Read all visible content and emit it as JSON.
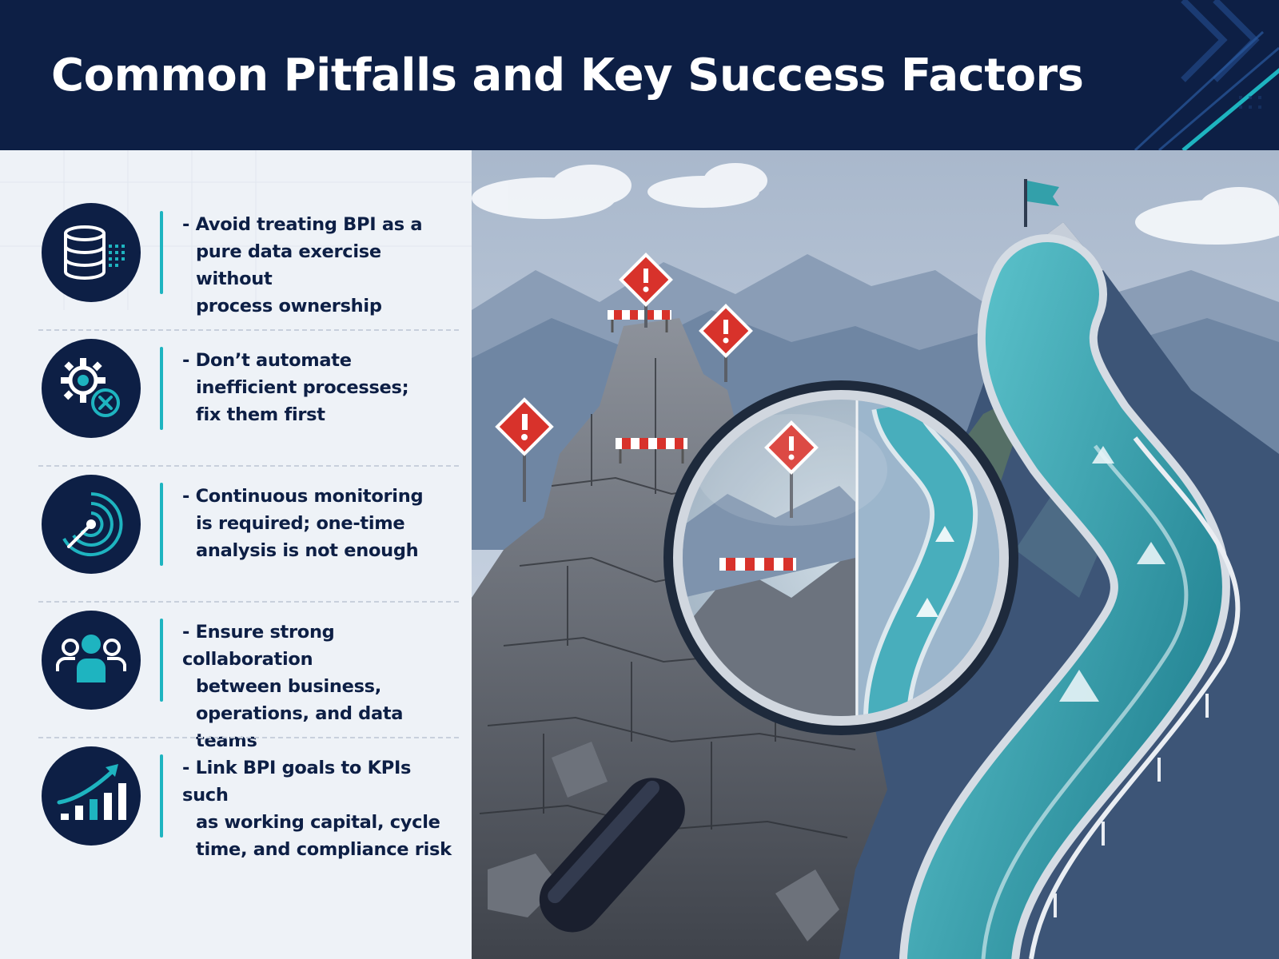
{
  "title": "Common Pitfalls and Key Success Factors",
  "items": [
    {
      "icon": "database-icon",
      "line1": "- Avoid treating BPI as a",
      "line2": "pure data exercise without",
      "line3": "process ownership"
    },
    {
      "icon": "gear-cancel-icon",
      "line1": "- Don’t automate",
      "line2": "inefficient processes;",
      "line3": "fix them first"
    },
    {
      "icon": "radar-monitor-icon",
      "line1": "- Continuous monitoring",
      "line2": "is required; one-time",
      "line3": "analysis is not enough"
    },
    {
      "icon": "team-icon",
      "line1": "- Ensure strong collaboration",
      "line2": "between business,",
      "line3": "operations, and data teams"
    },
    {
      "icon": "growth-chart-icon",
      "line1": "- Link BPI goals to KPIs such",
      "line2": "as working capital, cycle",
      "line3": "time, and compliance risk"
    }
  ],
  "colors": {
    "navy": "#0d1f45",
    "accent": "#1eb4c0",
    "warning": "#d8322b",
    "road": "#2f9aa8"
  }
}
